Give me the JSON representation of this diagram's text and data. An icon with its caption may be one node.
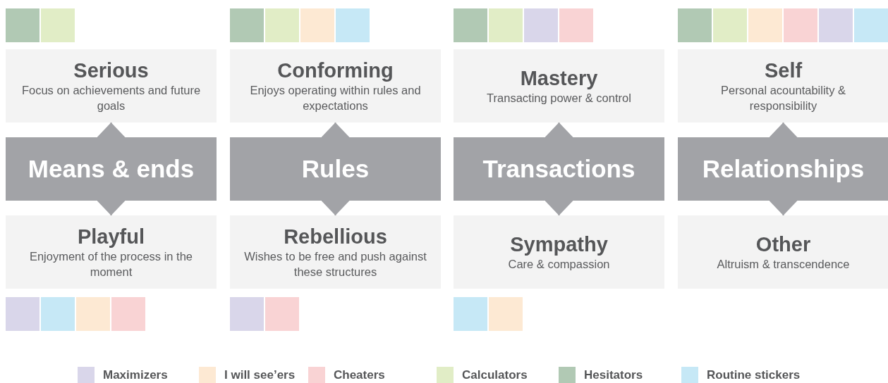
{
  "diagram": {
    "nodes": [
      {
        "text": [
          "Serious",
          "Focus on achievements and future goals"
        ]
      },
      {
        "text": [
          "Conforming",
          "Enjoys operating within rules and expectations"
        ]
      },
      {
        "text": [
          "Mastery",
          "Transacting power & control"
        ]
      },
      {
        "text": [
          "Self",
          "Personal acountability & responsibility"
        ]
      },
      {
        "text": [
          "Means & ends"
        ]
      },
      {
        "text": [
          "Rules"
        ]
      },
      {
        "text": [
          "Transactions"
        ]
      },
      {
        "text": [
          "Relationships"
        ]
      },
      {
        "text": [
          "Playful",
          "Enjoyment of the process in the moment"
        ]
      },
      {
        "text": [
          "Rebellious",
          "Wishes to be free and push against these structures"
        ]
      },
      {
        "text": [
          "Sympathy",
          "Care & compassion"
        ]
      },
      {
        "text": [
          "Other",
          "Altruism & transcendence"
        ]
      }
    ],
    "edges": [
      {
        "from": 4,
        "to": 0,
        "arrow": "to"
      },
      {
        "from": 4,
        "to": 8,
        "arrow": "to"
      },
      {
        "from": 5,
        "to": 1,
        "arrow": "to"
      },
      {
        "from": 5,
        "to": 9,
        "arrow": "to"
      },
      {
        "from": 6,
        "to": 2,
        "arrow": "to"
      },
      {
        "from": 6,
        "to": 10,
        "arrow": "to"
      },
      {
        "from": 7,
        "to": 3,
        "arrow": "to"
      },
      {
        "from": 7,
        "to": 11,
        "arrow": "to"
      }
    ],
    "legend": [
      {
        "text": "Maximizers",
        "color": "#d9d6ea"
      },
      {
        "text": "I will see’ers",
        "color": "#fde9d3"
      },
      {
        "text": "Cheaters",
        "color": "#f9d3d4"
      },
      {
        "text": "Calculators",
        "color": "#e1edc6"
      },
      {
        "text": "Hesitators",
        "color": "#b1c9b4"
      },
      {
        "text": "Routine stickers",
        "color": "#c6e8f6"
      }
    ]
  }
}
